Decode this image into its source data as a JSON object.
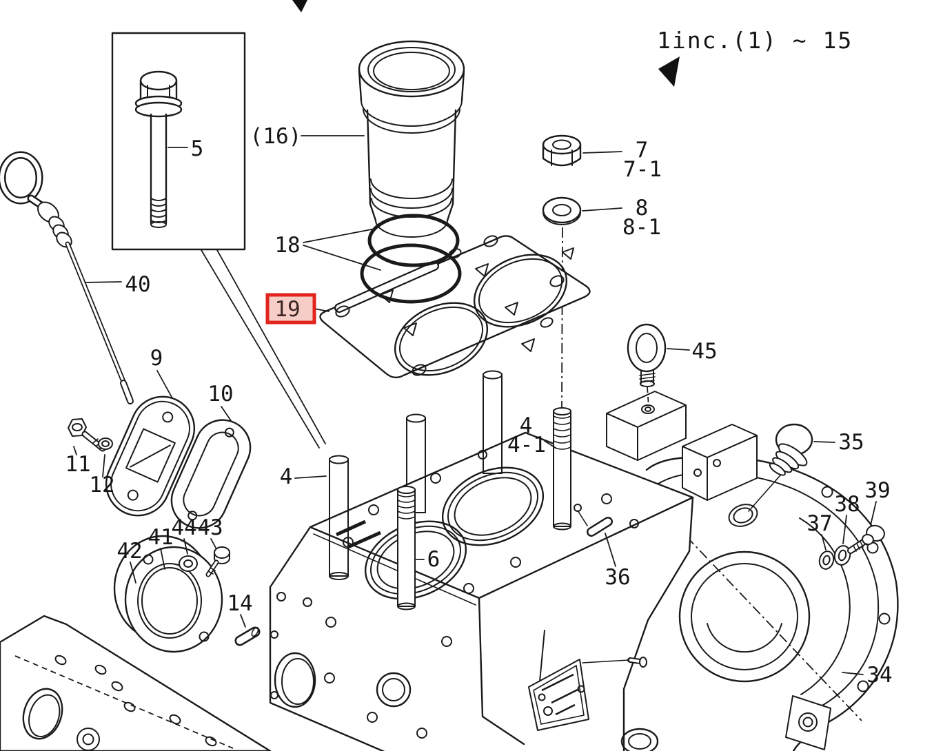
{
  "note": {
    "text": "1inc.(1) ~ 15"
  },
  "highlight": {
    "part": "19",
    "border_color": "#e2251c",
    "fill_color": "#f7cdc8"
  },
  "colors": {
    "line": "#1a1a1a",
    "background": "#ffffff"
  },
  "labels": {
    "l5": "5",
    "l16": "(16)",
    "l18": "18",
    "l40": "40",
    "l9": "9",
    "l10": "10",
    "l11": "11",
    "l12": "12",
    "l42": "42",
    "l41": "41",
    "l44": "44",
    "l43": "43",
    "l14": "14",
    "l4a": "4",
    "l6": "6",
    "l4b": "4",
    "l4_1": "4-1",
    "l7": "7",
    "l7_1": "7-1",
    "l8": "8",
    "l8_1": "8-1",
    "l45": "45",
    "l35": "35",
    "l36": "36",
    "l37": "37",
    "l38": "38",
    "l39": "39",
    "l34": "34"
  }
}
